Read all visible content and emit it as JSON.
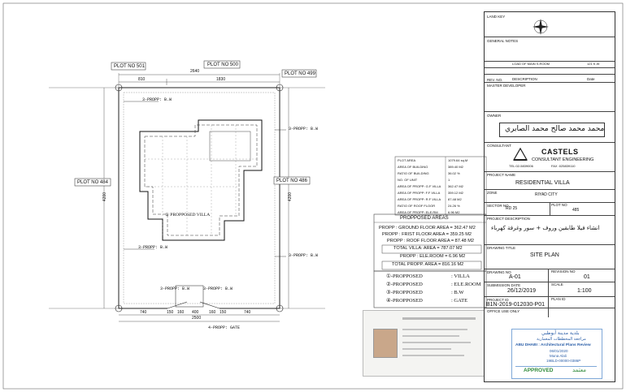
{
  "plot_labels": {
    "north": "PLOT NO 501",
    "north_mid": "PLOT NO 500",
    "north_right": "PLOT NO 499",
    "west": "PLOT NO 484",
    "east": "PLOT NO 486"
  },
  "dims": {
    "top_total": "2640",
    "top_left": "810",
    "top_right": "1830",
    "left_vertical": "4200",
    "right_vertical": "4200",
    "bottom_left": "740",
    "bottom_a": "150",
    "bottom_b": "160",
    "bottom_c": "400",
    "bottom_d": "160",
    "bottom_e": "150",
    "bottom_right": "740",
    "bottom_total": "2500"
  },
  "plan_labels": {
    "bw_top_left": "3-PROPP: B.W",
    "bw_top_right": "3-PROPP: B.W",
    "bw_mid_left": "3-PROPP: B.W",
    "bw_mid_right": "3-PROPP: B.W",
    "bw_bottom_left": "3-PROPP: B.W",
    "bw_bottom_mid": "3-PROPP: B.W",
    "gate": "4-PROPP: GATE",
    "villa": "① PROPPOSED VILLA"
  },
  "plot_table": {
    "rows": [
      [
        "PLOT AREA",
        "1079.64 sq.M"
      ],
      [
        "AREA OF BUILDING",
        "389.40 M2"
      ],
      [
        "RATIO OF BUILDING",
        "36.02 %"
      ],
      [
        "NO. OF UNIT",
        "1"
      ],
      [
        "AREA OF PROPP: G.F VILLA",
        "362.47 M2"
      ],
      [
        "AREA OF PROPP: F.F VILLA",
        "359.12 M2"
      ],
      [
        "AREA OF PROPP: R.F VILLA",
        "87.48 M2"
      ],
      [
        "RATIO OF ROOF FLOOR",
        "24.26 %"
      ],
      [
        "AREA OF PROPP: ELE.RM",
        "6.96 M2"
      ]
    ]
  },
  "proposed_areas": {
    "title": "PROPPOSED AREAS",
    "gf": "PROPP : GROUND FLOOR AREA = 362.47 M2",
    "ff": "PROPP : FRIST FLOOR AREA = 359.25 M2",
    "rf": "PROPP : ROOF FLOOR AREA = 87.48 M2",
    "total_villa": "TOTAL VILLA: AREA = 787.07 M2",
    "ele": "PROPP : ELE.ROOM = 6.96 M2",
    "total_propp": "TOTAL PROPP. AREA = 816.16 M2"
  },
  "legend": [
    [
      "①-PROPPOSED",
      ": VILLA"
    ],
    [
      "②-PROPPOSED",
      ": ELE.ROOM"
    ],
    [
      "③-PROPPOSED",
      ": B.W"
    ],
    [
      "④-PROPPOSED",
      ": GATE"
    ]
  ],
  "title_block": {
    "land_key": "LAND KEY",
    "general_notes": "GENERAL NOTES",
    "rev_row": "LOAD OF MAIN S.ROOM",
    "rev_col": "121 K.W",
    "rev_no": "REV. NO.",
    "description": "DESCRIPTION",
    "date": "Date",
    "master_developer": "MASTER DEVELOPER",
    "owner": "OWNER",
    "owner_name": "محمد محمد صالح محمد الصابري",
    "consultant": "CONSULTANT",
    "consultant_name": "CASTELS",
    "consultant_sub": "CONSULTANT ENGINEERING",
    "tel": "TEL:02-5839006",
    "fax": "FAX :025839110",
    "project_name_label": "PROJECT NAME",
    "project_name": "RESIDENTIAL VILLA",
    "zone_label": "ZONE",
    "zone": "RIYAD CITY",
    "sector_label": "SECTOR NO",
    "sector": "RD 25",
    "plot_label": "PLOT NO",
    "plot": "485",
    "project_desc_label": "PROJECT DESCRIPTION",
    "project_desc": "انشاء فيلا طابقين وروف + سور وغرفة كهرباء",
    "drawing_title_label": "DRAWING TITLE",
    "drawing_title": "SITE PLAN",
    "drawing_no_label": "DRAWING NO",
    "drawing_no": "A-01",
    "revision_label": "REVISION NO",
    "revision": "01",
    "submission_label": "SUBMISSION DATE",
    "submission": "26/12/2019",
    "scale_label": "SCALE",
    "scale": "1:100",
    "project_id_label": "PROJECT ID",
    "project_id": "B1N-2019-012030-P01",
    "plan_id_label": "PLAN ID",
    "office_use": "OFFICE USE ONLY"
  },
  "stamp": {
    "arabic_top": "بلدية مدينة أبوظبي",
    "arabic_sub": "مراجعة المخططات المعمارية",
    "title": "ABU DHABI : Architectural Plans Review",
    "date": "06/01/2020",
    "name": "Muna Alali",
    "code": "19BLD-00000-0386P",
    "approved": "APPROVED",
    "approved_ar": "معتمد"
  }
}
